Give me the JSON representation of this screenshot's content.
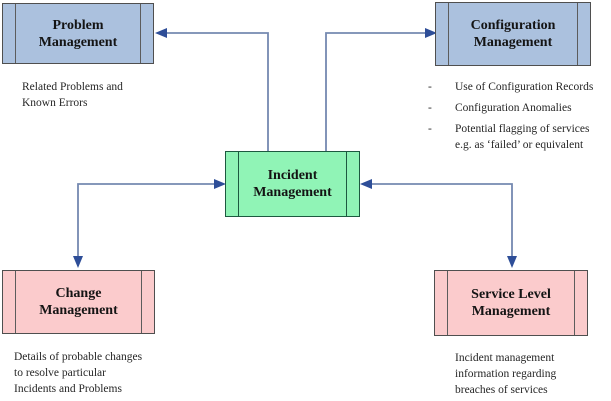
{
  "diagram": {
    "center": {
      "title": "Incident\nManagement"
    },
    "top_left": {
      "title": "Problem\nManagement",
      "note": "Related Problems and\nKnown Errors"
    },
    "top_right": {
      "title": "Configuration\nManagement",
      "bullet": "-",
      "items": [
        "Use of Configuration Records",
        "Configuration Anomalies",
        "Potential flagging of services\ne.g. as ‘failed’ or equivalent"
      ]
    },
    "bottom_left": {
      "title": "Change\nManagement",
      "note": "Details of probable changes\nto resolve particular\nIncidents and Problems"
    },
    "bottom_right": {
      "title": "Service Level\nManagement",
      "note": "Incident management\ninformation regarding\nbreaches of services"
    }
  },
  "colors": {
    "blue_fill": "#abc1de",
    "pink_fill": "#fbcbcc",
    "green_fill": "#90f4b6",
    "box_border": "#4f4f4f",
    "green_border": "#1d5940",
    "inner_line": "#5c5c5c",
    "arrow_line": "#7589b0",
    "arrow_head": "#2e4e98",
    "text": "#262626"
  }
}
